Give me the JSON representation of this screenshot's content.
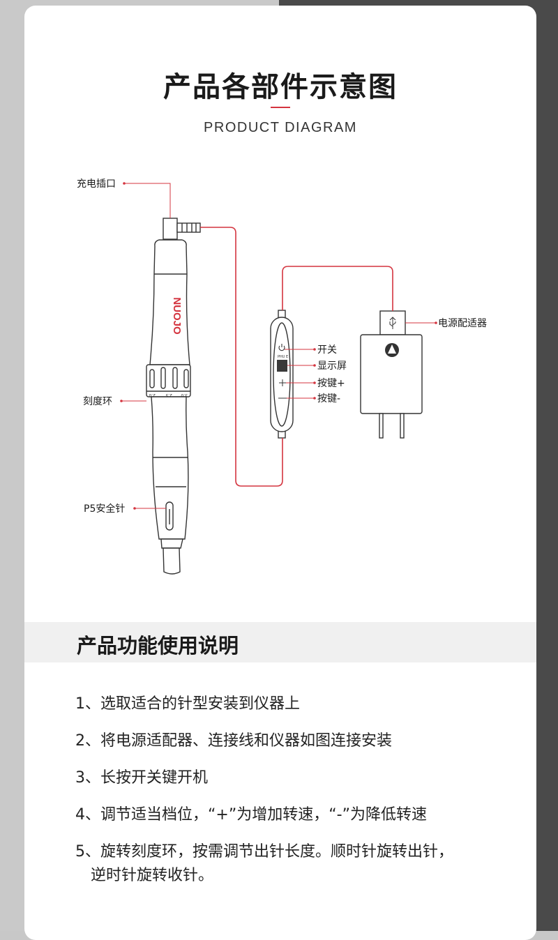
{
  "header": {
    "title": "产品各部件示意图",
    "subtitle": "PRODUCT DIAGRAM"
  },
  "diagram": {
    "brand": "NUOJO",
    "scale_marks": [
      "2.0",
      "2.5",
      "3.0"
    ],
    "labels": {
      "charging_port": "充电插口",
      "scale_ring": "刻度环",
      "safety_needle": "P5安全针",
      "power_adapter": "电源配适器",
      "switch": "开关",
      "display": "显示屏",
      "key_plus": "按键+",
      "key_minus": "按键-"
    }
  },
  "instructions": {
    "title": "产品功能使用说明",
    "steps": [
      {
        "text": "1、选取适合的针型安装到仪器上"
      },
      {
        "text": "2、将电源适配器、连接线和仪器如图连接安装"
      },
      {
        "text": "3、长按开关键开机"
      },
      {
        "text": "4、调节适当档位，“+”为增加转速，“-”为降低转速"
      },
      {
        "text": "5、旋转刻度环，按需调节出针长度。顺时针旋转出针，",
        "cont": "逆时针旋转收针。"
      }
    ]
  }
}
